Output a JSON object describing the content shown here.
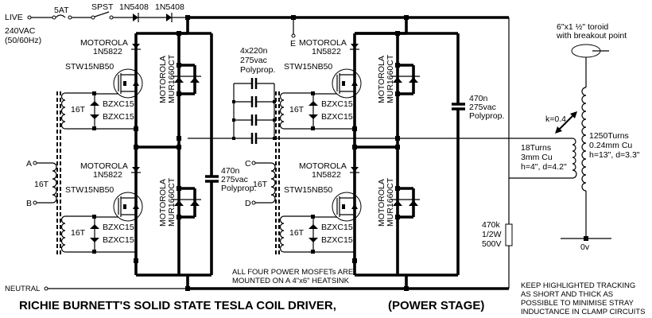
{
  "title": "RICHIE BURNETT'S SOLID STATE TESLA COIL DRIVER,",
  "subtitle": "(POWER STAGE)",
  "supply": {
    "live": "LIVE",
    "neutral": "NEUTRAL",
    "voltage": "240VAC",
    "frequency": "(50/60Hz)",
    "fuse": "5AT",
    "switch": "SPST",
    "rectifier1": "1N5408",
    "rectifier2": "1N5408",
    "earth": "E"
  },
  "half_bridges": [
    {
      "id": "left",
      "upper": {
        "diode_make": "MOTOROLA",
        "diode": "1N5822",
        "mosfet": "STW15NB50",
        "gate_turns": "16T",
        "zener1": "BZXC15",
        "zener2": "BZXC15",
        "clamp_make": "MOTOROLA",
        "clamp": "MUR1660CT"
      },
      "lower": {
        "diode_make": "MOTOROLA",
        "diode": "1N5822",
        "mosfet": "STW15NB50",
        "gate_turns": "16T",
        "zener1": "BZXC15",
        "zener2": "BZXC15",
        "clamp_make": "MOTOROLA",
        "clamp": "MUR1660CT"
      },
      "drive_inputs": [
        "A",
        "B"
      ],
      "drive_turns": "16T"
    },
    {
      "id": "right",
      "upper": {
        "diode_make": "MOTOROLA",
        "diode": "1N5822",
        "mosfet": "STW15NB50",
        "gate_turns": "16T",
        "zener1": "BZXC15",
        "zener2": "BZXC15",
        "clamp_make": "MOTOROLA",
        "clamp": "MUR1660CT"
      },
      "lower": {
        "diode_make": "MOTOROLA",
        "diode": "1N5822",
        "mosfet": "STW15NB50",
        "gate_turns": "16T",
        "zener1": "BZXC15",
        "zener2": "BZXC15",
        "clamp_make": "MOTOROLA",
        "clamp": "MUR1660CT"
      },
      "drive_inputs": [
        "C",
        "D"
      ],
      "drive_turns": "16T"
    }
  ],
  "capacitors": {
    "bank": [
      "4x220n",
      "275vac",
      "Polyprop."
    ],
    "left_bus": [
      "470n",
      "275vac",
      "Polyprop."
    ],
    "right_bus": [
      "470n",
      "275vac",
      "Polyprop."
    ]
  },
  "resistor": [
    "470k",
    "1/2W",
    "500V"
  ],
  "primary": [
    "18Turns",
    "3mm Cu",
    "h=4\", d=4.2\""
  ],
  "secondary": [
    "1250Turns",
    "0.24mm Cu",
    "h=13\", d=3.3\""
  ],
  "coupling": "k=0.4",
  "toroid": [
    "6\"x1 ½\" toroid",
    "with breakout point"
  ],
  "ground": "0v",
  "notes": {
    "heatsink": [
      "ALL FOUR POWER MOSFETs ARE",
      "MOUNTED ON A 4\"x6\" HEATSINK"
    ],
    "tracking": [
      "KEEP HIGHLIGHTED TRACKING",
      "AS SHORT AND THICK AS",
      "POSSIBLE TO MINIMISE STRAY",
      "INDUCTANCE IN CLAMP CIRCUITS"
    ]
  }
}
